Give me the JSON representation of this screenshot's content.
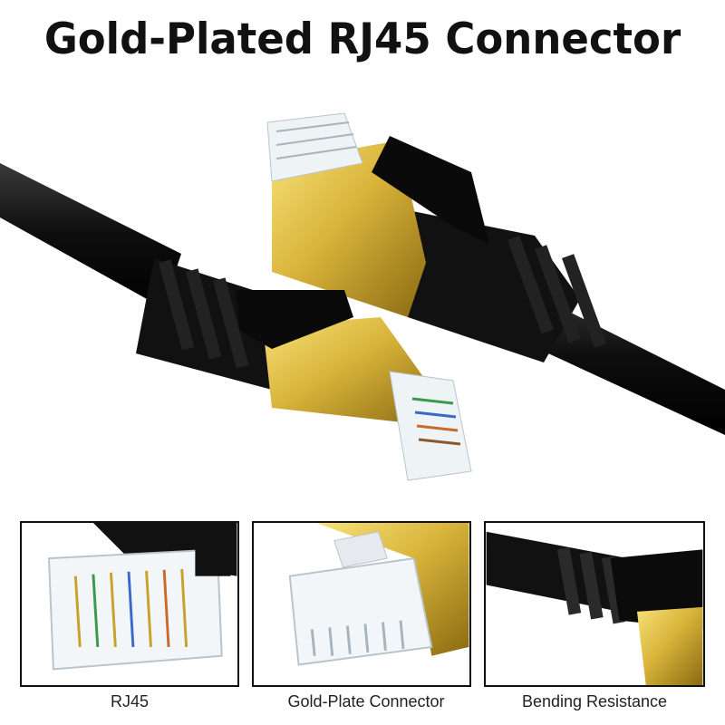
{
  "title": "Gold-Plated RJ45 Connector",
  "panels": [
    {
      "caption": "RJ45"
    },
    {
      "caption": "Gold-Plate Connector"
    },
    {
      "caption": "Bending Resistance"
    }
  ],
  "colors": {
    "gold": "#d9b43a",
    "black": "#111111",
    "clear": "#f2f6f8"
  }
}
